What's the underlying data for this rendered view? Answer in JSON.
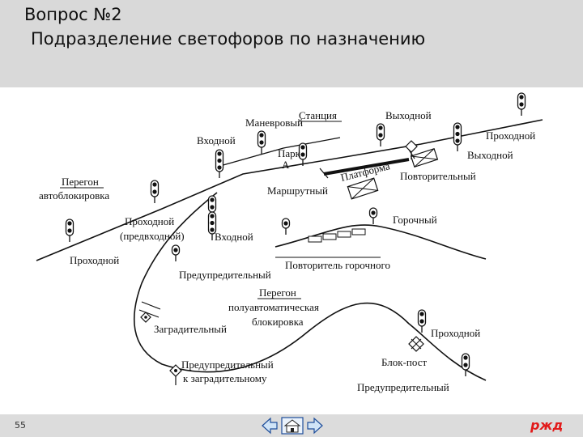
{
  "slide": {
    "title_line1": "Вопрос №2",
    "title_line2": "Подразделение светофоров по назначению",
    "page_number": "55",
    "logo_text": "ржд"
  },
  "diagram": {
    "labels": {
      "manevrovy": "Маневровый",
      "stantsiya": "Станция",
      "vykhodnoy_top": "Выходной",
      "prokhodnoy_top": "Проходной",
      "vkhodnoy_top": "Входной",
      "park": "Парк",
      "park_a": "А",
      "vykhodnoy_right": "Выходной",
      "platforma": "Платформа",
      "peregon": "Перегон",
      "avtoblokirovka": "автоблокировка",
      "povtoritelny": "Повторительный",
      "marshrutny": "Маршрутный",
      "prokhodnoy_predvkhodnoy_1": "Проходной",
      "prokhodnoy_predvkhodnoy_2": "(предвходной)",
      "vkhodnoy_mid": "Входной",
      "gorochny": "Горочный",
      "prokhodnoy_left": "Проходной",
      "povtoritel_gorochnogo": "Повторитель горочного",
      "predupreditelny_1": "Предупредительный",
      "peregon_pab_1": "Перегон",
      "peregon_pab_2": "полуавтоматическая",
      "peregon_pab_3": "блокировка",
      "zagraditelny": "Заградительный",
      "prokhodnoy_bottom": "Проходной",
      "blok_post": "Блок-пост",
      "predupr_k_zagr_1": "Предупредительный",
      "predupr_k_zagr_2": "к заградительному",
      "predupreditelny_bottom": "Предупредительный"
    }
  }
}
